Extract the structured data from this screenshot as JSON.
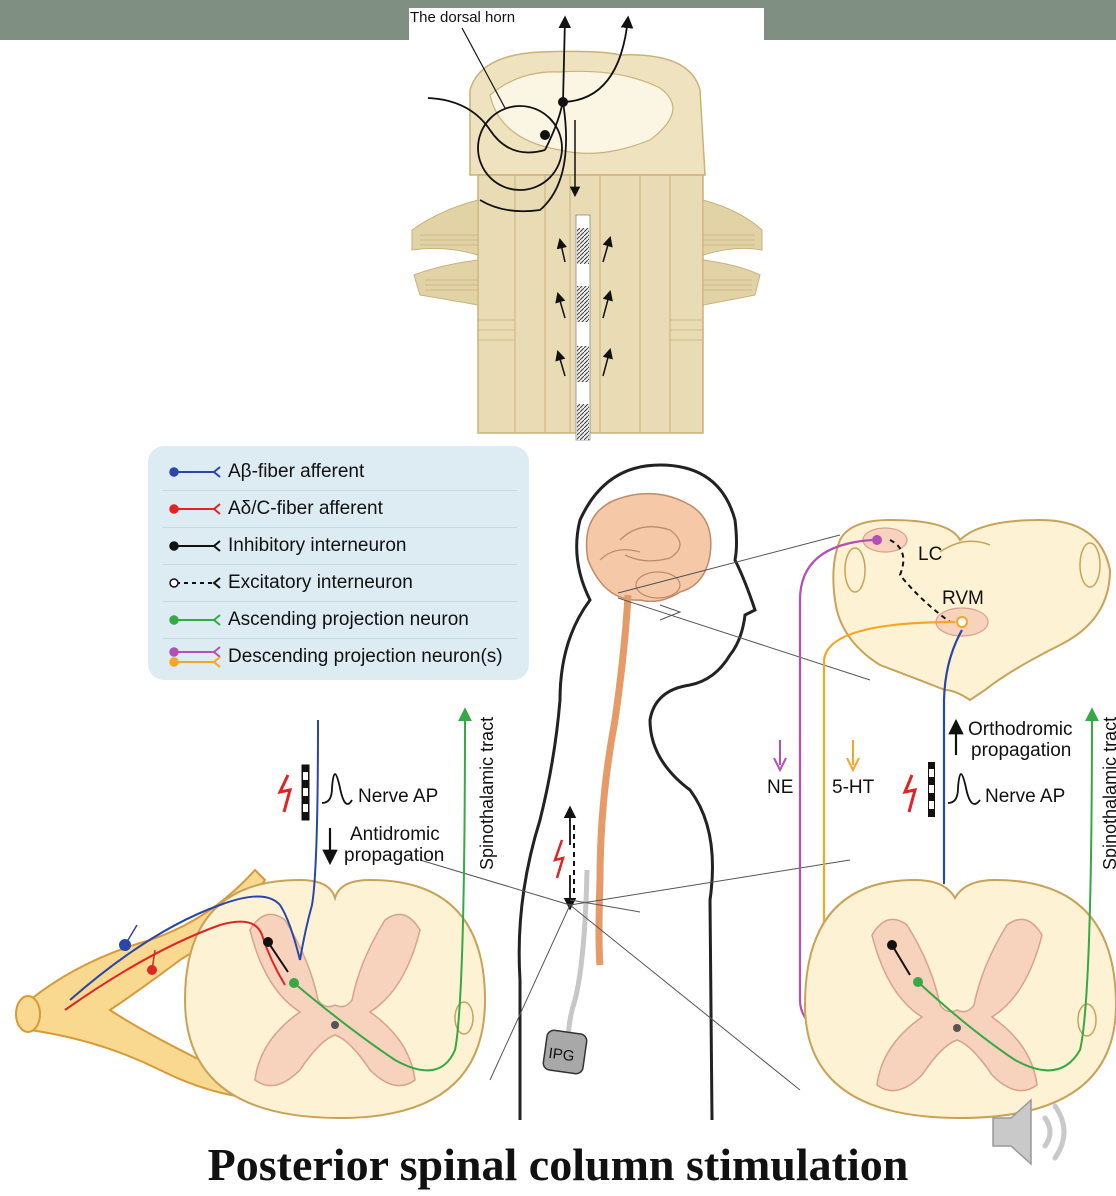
{
  "figure_top": {
    "label": "The dorsal horn"
  },
  "legend": {
    "items": [
      {
        "label": "Aβ-fiber afferent",
        "color": "#2b46a8",
        "marker": "filled",
        "style": "solid"
      },
      {
        "label": "Aδ/C-fiber afferent",
        "color": "#e02424",
        "marker": "filled",
        "style": "solid"
      },
      {
        "label": "Inhibitory interneuron",
        "color": "#111111",
        "marker": "filled",
        "style": "solid"
      },
      {
        "label": "Excitatory interneuron",
        "color": "#111111",
        "marker": "open",
        "style": "dashed"
      },
      {
        "label": "Ascending projection neuron",
        "color": "#36a845",
        "marker": "filled",
        "style": "solid"
      },
      {
        "label": "Descending projection neuron(s)",
        "color": "#b34fb5",
        "color2": "#f5a623",
        "marker": "filled",
        "style": "double"
      }
    ]
  },
  "left_panel": {
    "nerve_ap": "Nerve AP",
    "antidromic_line1": "Antidromic",
    "antidromic_line2": "propagation",
    "tract": "Spinothalamic tract"
  },
  "center_panel": {
    "ipg": "IPG"
  },
  "right_panel": {
    "lc": "LC",
    "rvm": "RVM",
    "orthodromic_line1": "Orthodromic",
    "orthodromic_line2": "propagation",
    "ne": "NE",
    "ht": "5-HT",
    "nerve_ap": "Nerve AP",
    "tract": "Spinothalamic tract"
  },
  "title": "Posterior spinal column stimulation",
  "colors": {
    "header_bar": "#7f8f81",
    "cord_fill": "#fdf3d4",
    "cord_stroke": "#c9a25a",
    "gray_matter": "#f7d2bd",
    "legend_bg": "#dcecf2",
    "ab_fiber": "#2b46a8",
    "ad_fiber": "#e02424",
    "ascending": "#36a845",
    "ne": "#b34fb5",
    "serotonin": "#f5a623",
    "spinal_top": "#e9dcb5"
  }
}
